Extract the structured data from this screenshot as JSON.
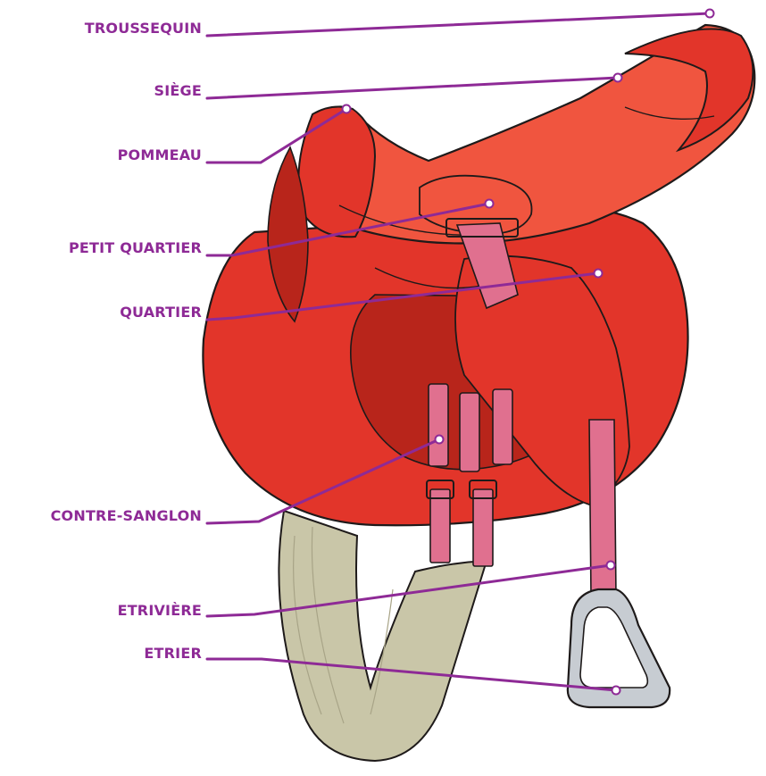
{
  "colors": {
    "label": "#8e2a96",
    "line": "#8e2a96",
    "saddle": "#e2352a",
    "saddle_dark": "#b8251b",
    "saddle_light": "#f0553f",
    "strap": "#e0708f",
    "strap_dark": "#b8506e",
    "girth": "#c9c6a8",
    "girth_dark": "#a8a487",
    "stirrup": "#c7ccd2",
    "outline": "#1e1a1a"
  },
  "labels": [
    {
      "id": "troussequin",
      "text": "TROUSSEQUIN"
    },
    {
      "id": "siege",
      "text": "SIÈGE"
    },
    {
      "id": "pommeau",
      "text": "POMMEAU"
    },
    {
      "id": "petit-quartier",
      "text": "PETIT QUARTIER"
    },
    {
      "id": "quartier",
      "text": "QUARTIER"
    },
    {
      "id": "contre-sanglon",
      "text": "CONTRE-SANGLON"
    },
    {
      "id": "etriviere",
      "text": "ETRIVIÈRE"
    },
    {
      "id": "etrier",
      "text": "ETRIER"
    }
  ]
}
